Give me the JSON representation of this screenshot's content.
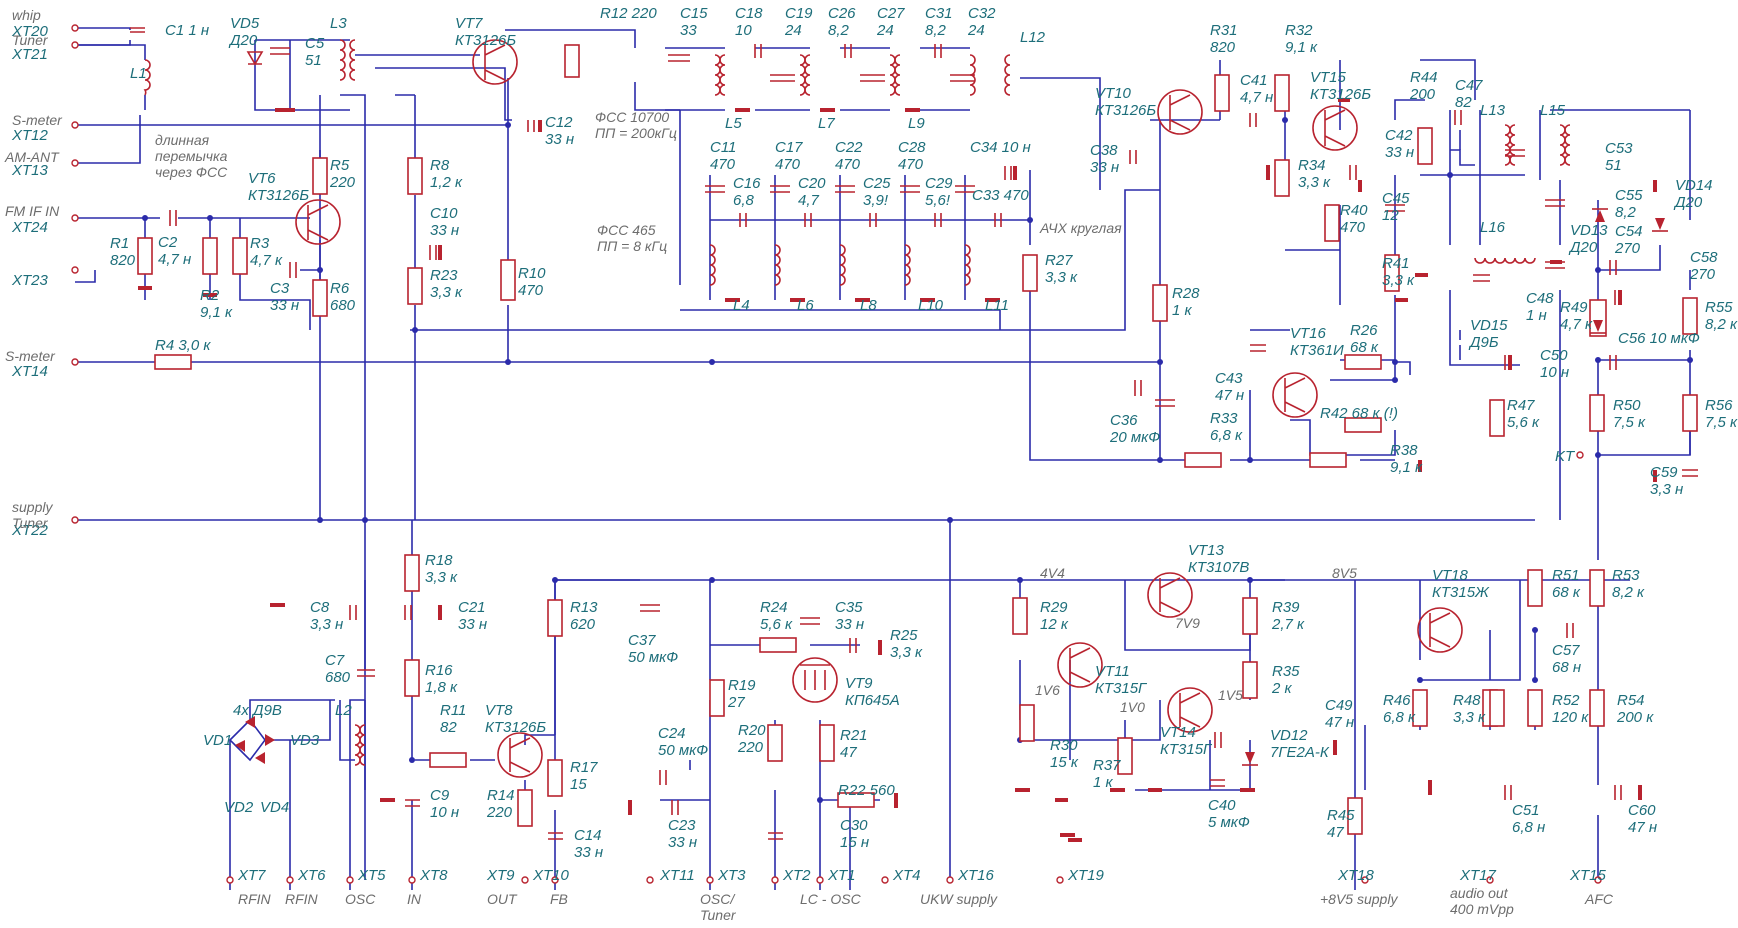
{
  "connectors_left": [
    {
      "id": "XT20",
      "name": "whip"
    },
    {
      "id": "XT21",
      "name": "Tuner"
    },
    {
      "id": "XT12",
      "name": "S-meter"
    },
    {
      "id": "XT13",
      "name": "AM-ANT"
    },
    {
      "id": "XT24",
      "name": "FM IF IN"
    },
    {
      "id": "XT23",
      "name": ""
    },
    {
      "id": "XT14",
      "name": "S-meter"
    },
    {
      "id": "XT22",
      "name": "supply Tuner"
    }
  ],
  "connectors_bottom": [
    {
      "id": "XT7",
      "name": "RFIN"
    },
    {
      "id": "XT6",
      "name": "RFIN"
    },
    {
      "id": "XT5",
      "name": "OSC"
    },
    {
      "id": "XT8",
      "name": "IN"
    },
    {
      "id": "XT9",
      "name": "OUT"
    },
    {
      "id": "XT10",
      "name": "FB"
    },
    {
      "id": "XT11",
      "name": ""
    },
    {
      "id": "XT3",
      "name": "OSC/ Tuner"
    },
    {
      "id": "XT2",
      "name": "LC - OSC"
    },
    {
      "id": "XT1",
      "name": ""
    },
    {
      "id": "XT4",
      "name": ""
    },
    {
      "id": "XT16",
      "name": "UKW supply"
    },
    {
      "id": "XT19",
      "name": ""
    },
    {
      "id": "XT18",
      "name": "+8V5 supply"
    },
    {
      "id": "XT17",
      "name": "audio out 400 mVpp"
    },
    {
      "id": "XT15",
      "name": "AFC"
    }
  ],
  "connectors_other": [
    {
      "id": "KT",
      "name": "KT"
    }
  ],
  "components": [
    {
      "ref": "C1",
      "value": "1 н"
    },
    {
      "ref": "L1",
      "value": ""
    },
    {
      "ref": "VD5",
      "value": "Д20"
    },
    {
      "ref": "C5",
      "value": "51"
    },
    {
      "ref": "L3",
      "value": ""
    },
    {
      "ref": "VT7",
      "value": "КТ3126Б"
    },
    {
      "ref": "C12",
      "value": "33 н"
    },
    {
      "ref": "R5",
      "value": "220"
    },
    {
      "ref": "VT6",
      "value": "КТ3126Б"
    },
    {
      "ref": "R8",
      "value": "1,2 к"
    },
    {
      "ref": "C10",
      "value": "33 н"
    },
    {
      "ref": "R23",
      "value": "3,3 к"
    },
    {
      "ref": "R1",
      "value": "820"
    },
    {
      "ref": "C2",
      "value": "4,7 н"
    },
    {
      "ref": "R2",
      "value": "9,1 к"
    },
    {
      "ref": "R3",
      "value": "4,7 к"
    },
    {
      "ref": "C3",
      "value": "33 н"
    },
    {
      "ref": "R6",
      "value": "680"
    },
    {
      "ref": "R10",
      "value": "470"
    },
    {
      "ref": "R4",
      "value": "3,0 к"
    },
    {
      "ref": "R12",
      "value": "220"
    },
    {
      "ref": "C15",
      "value": "33"
    },
    {
      "ref": "C18",
      "value": "10"
    },
    {
      "ref": "C19",
      "value": "24"
    },
    {
      "ref": "C26",
      "value": "8,2"
    },
    {
      "ref": "C27",
      "value": "24"
    },
    {
      "ref": "C31",
      "value": "8,2"
    },
    {
      "ref": "C32",
      "value": "24"
    },
    {
      "ref": "L12",
      "value": ""
    },
    {
      "ref": "L5",
      "value": ""
    },
    {
      "ref": "L7",
      "value": ""
    },
    {
      "ref": "L9",
      "value": ""
    },
    {
      "ref": "C11",
      "value": "470"
    },
    {
      "ref": "C17",
      "value": "470"
    },
    {
      "ref": "C22",
      "value": "470"
    },
    {
      "ref": "C28",
      "value": "470"
    },
    {
      "ref": "C34",
      "value": "10 н"
    },
    {
      "ref": "C33",
      "value": "470"
    },
    {
      "ref": "C16",
      "value": "6,8"
    },
    {
      "ref": "C20",
      "value": "4,7"
    },
    {
      "ref": "C25",
      "value": "3,9!"
    },
    {
      "ref": "C29",
      "value": "5,6!"
    },
    {
      "ref": "L4",
      "value": ""
    },
    {
      "ref": "L6",
      "value": ""
    },
    {
      "ref": "L8",
      "value": ""
    },
    {
      "ref": "L10",
      "value": ""
    },
    {
      "ref": "L11",
      "value": ""
    },
    {
      "ref": "R27",
      "value": "3,3 к"
    },
    {
      "ref": "VT10",
      "value": "КТ3126Б"
    },
    {
      "ref": "C38",
      "value": "33 н"
    },
    {
      "ref": "R31",
      "value": "820"
    },
    {
      "ref": "C41",
      "value": "4,7 н"
    },
    {
      "ref": "R32",
      "value": "9,1 к"
    },
    {
      "ref": "VT15",
      "value": "КТ3126Б"
    },
    {
      "ref": "C42",
      "value": "33 н"
    },
    {
      "ref": "R34",
      "value": "3,3 к"
    },
    {
      "ref": "R40",
      "value": "470"
    },
    {
      "ref": "C45",
      "value": "12"
    },
    {
      "ref": "R41",
      "value": "3,3 к"
    },
    {
      "ref": "R28",
      "value": "1 к"
    },
    {
      "ref": "R44",
      "value": "200"
    },
    {
      "ref": "C47",
      "value": "82"
    },
    {
      "ref": "L13",
      "value": ""
    },
    {
      "ref": "L15",
      "value": ""
    },
    {
      "ref": "C53",
      "value": "51"
    },
    {
      "ref": "VD14",
      "value": "Д20"
    },
    {
      "ref": "C55",
      "value": "8,2"
    },
    {
      "ref": "VD13",
      "value": "Д20"
    },
    {
      "ref": "C54",
      "value": "270"
    },
    {
      "ref": "C58",
      "value": "270"
    },
    {
      "ref": "L16",
      "value": ""
    },
    {
      "ref": "C48",
      "value": "1 н"
    },
    {
      "ref": "R49",
      "value": "4,7 к"
    },
    {
      "ref": "C56",
      "value": "10 мкФ"
    },
    {
      "ref": "R55",
      "value": "8,2 к"
    },
    {
      "ref": "VD15",
      "value": "Д9Б"
    },
    {
      "ref": "C50",
      "value": "10 н"
    },
    {
      "ref": "R47",
      "value": "5,6 к"
    },
    {
      "ref": "R50",
      "value": "7,5 к"
    },
    {
      "ref": "R56",
      "value": "7,5 к"
    },
    {
      "ref": "C59",
      "value": "3,3 н"
    },
    {
      "ref": "VT16",
      "value": "КТ361И"
    },
    {
      "ref": "R26",
      "value": "68 к"
    },
    {
      "ref": "C43",
      "value": "47 н"
    },
    {
      "ref": "R42",
      "value": "68 к (!)"
    },
    {
      "ref": "C36",
      "value": "20 мкФ"
    },
    {
      "ref": "R33",
      "value": "6,8 к"
    },
    {
      "ref": "R38",
      "value": "9,1 к"
    },
    {
      "ref": "R18",
      "value": "3,3 к"
    },
    {
      "ref": "C8",
      "value": "3,3 н"
    },
    {
      "ref": "C21",
      "value": "33 н"
    },
    {
      "ref": "C7",
      "value": "680"
    },
    {
      "ref": "R16",
      "value": "1,8 к"
    },
    {
      "ref": "L2",
      "value": ""
    },
    {
      "ref": "R11",
      "value": "82"
    },
    {
      "ref": "VT8",
      "value": "КТ3126Б"
    },
    {
      "ref": "C9",
      "value": "10 н"
    },
    {
      "ref": "R14",
      "value": "220"
    },
    {
      "ref": "R13",
      "value": "620"
    },
    {
      "ref": "R17",
      "value": "15"
    },
    {
      "ref": "C14",
      "value": "33 н"
    },
    {
      "ref": "C37",
      "value": "50 мкФ"
    },
    {
      "ref": "R24",
      "value": "5,6 к"
    },
    {
      "ref": "C35",
      "value": "33 н"
    },
    {
      "ref": "R25",
      "value": "3,3 к"
    },
    {
      "ref": "R19",
      "value": "27"
    },
    {
      "ref": "VT9",
      "value": "КП645А"
    },
    {
      "ref": "C24",
      "value": "50 мкФ"
    },
    {
      "ref": "R20",
      "value": "220"
    },
    {
      "ref": "R21",
      "value": "47"
    },
    {
      "ref": "C23",
      "value": "33 н"
    },
    {
      "ref": "R22",
      "value": "560"
    },
    {
      "ref": "C30",
      "value": "15 н"
    },
    {
      "ref": "VT13",
      "value": "КТ3107В"
    },
    {
      "ref": "R29",
      "value": "12 к"
    },
    {
      "ref": "R39",
      "value": "2,7 к"
    },
    {
      "ref": "VT11",
      "value": "КТ315Г"
    },
    {
      "ref": "R35",
      "value": "2 к"
    },
    {
      "ref": "R30",
      "value": "15 к"
    },
    {
      "ref": "R37",
      "value": "1 к"
    },
    {
      "ref": "VT14",
      "value": "КТ315Г"
    },
    {
      "ref": "VD12",
      "value": "7ГЕ2А-К"
    },
    {
      "ref": "C40",
      "value": "5 мкФ"
    },
    {
      "ref": "VT18",
      "value": "КТ315Ж"
    },
    {
      "ref": "C49",
      "value": "47 н"
    },
    {
      "ref": "R45",
      "value": "47"
    },
    {
      "ref": "R51",
      "value": "68 к"
    },
    {
      "ref": "R53",
      "value": "8,2 к"
    },
    {
      "ref": "C57",
      "value": "68 н"
    },
    {
      "ref": "R46",
      "value": "6,8 к"
    },
    {
      "ref": "R48",
      "value": "3,3 к"
    },
    {
      "ref": "R52",
      "value": "120 к"
    },
    {
      "ref": "R54",
      "value": "200 к"
    },
    {
      "ref": "C51",
      "value": "6,8 н"
    },
    {
      "ref": "C60",
      "value": "47 н"
    }
  ],
  "annotations": {
    "jumper_note": [
      "длинная",
      "перемычка",
      "через ФСС"
    ],
    "fss_10700": [
      "ФСС 10700",
      "ПП = 200кГц"
    ],
    "fss_465": [
      "ФСС 465",
      "ПП = 8 кГц"
    ],
    "afc_round": "АЧХ круглая",
    "bridge": "4х Д9В",
    "bridge_diodes": [
      "VD1",
      "VD3",
      "VD2",
      "VD4"
    ],
    "voltages": [
      "4V4",
      "8V5",
      "7V9",
      "1V6",
      "1V0",
      "1V5"
    ]
  }
}
